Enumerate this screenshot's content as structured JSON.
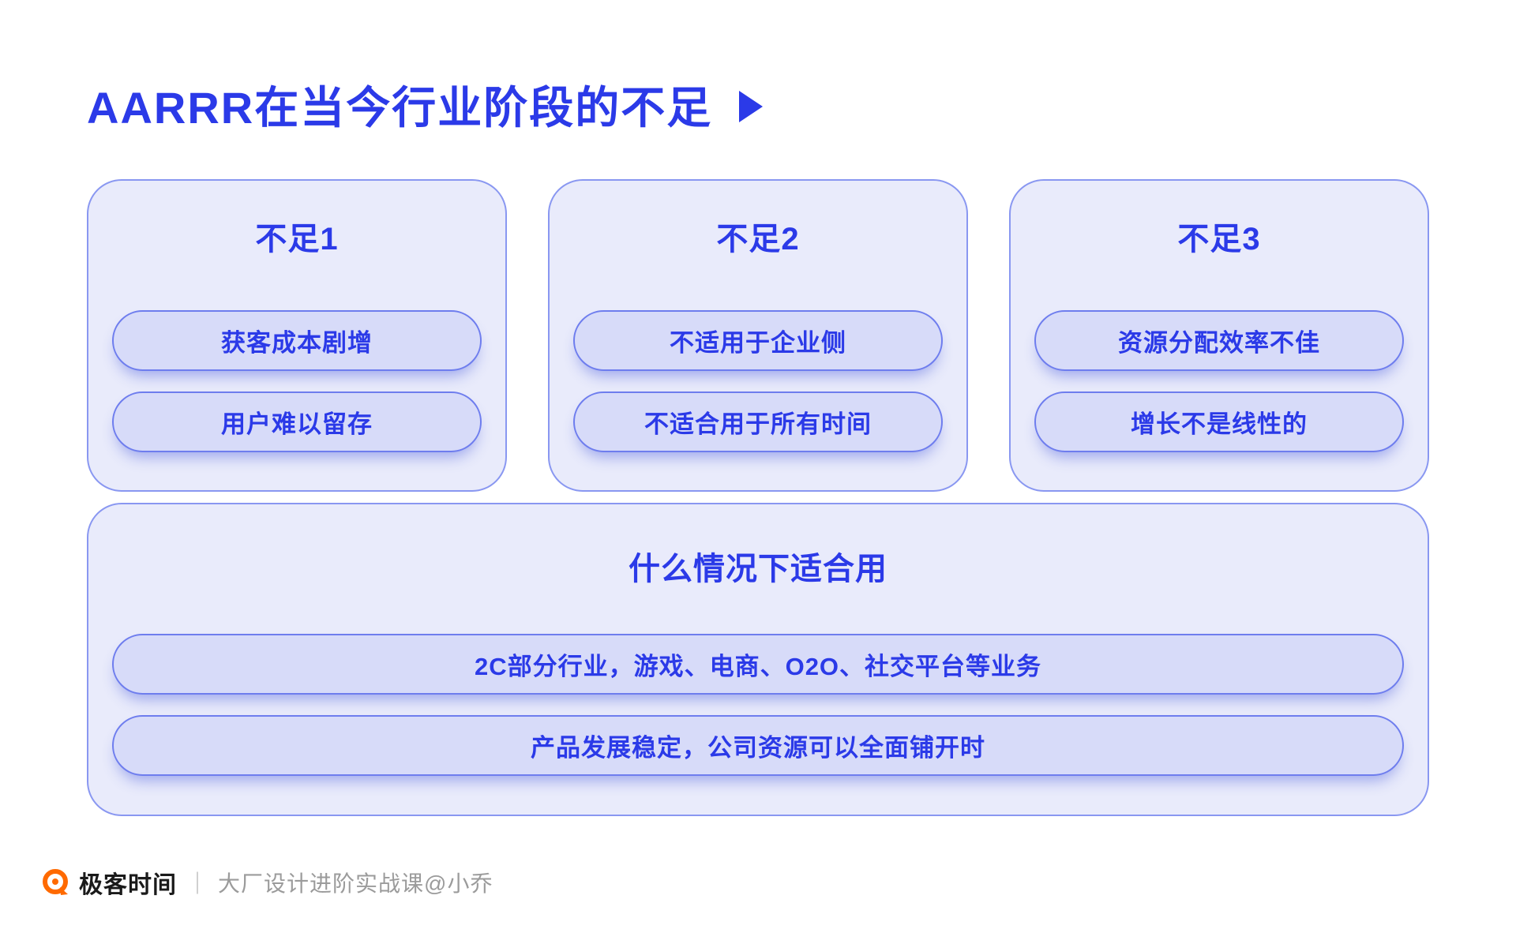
{
  "page": {
    "title": "AARRR在当今行业阶段的不足"
  },
  "colors": {
    "accent_blue": "#2B3AE8",
    "card_bg": "#E9EBFB",
    "card_border": "#8997F1",
    "pill_bg": "#D7DBF9",
    "pill_border": "#6E7DEE",
    "brand_orange": "#FF6A00",
    "footer_gray": "#9B9B9B"
  },
  "cards": [
    {
      "title": "不足1",
      "items": [
        "获客成本剧增",
        "用户难以留存"
      ]
    },
    {
      "title": "不足2",
      "items": [
        "不适用于企业侧",
        "不适合用于所有时间"
      ]
    },
    {
      "title": "不足3",
      "items": [
        "资源分配效率不佳",
        "增长不是线性的"
      ]
    }
  ],
  "bottom_card": {
    "title": "什么情况下适合用",
    "items": [
      "2C部分行业，游戏、电商、O2O、社交平台等业务",
      "产品发展稳定，公司资源可以全面铺开时"
    ]
  },
  "footer": {
    "brand": "极客时间",
    "separator": "｜",
    "course": "大厂设计进阶实战课@小乔"
  }
}
